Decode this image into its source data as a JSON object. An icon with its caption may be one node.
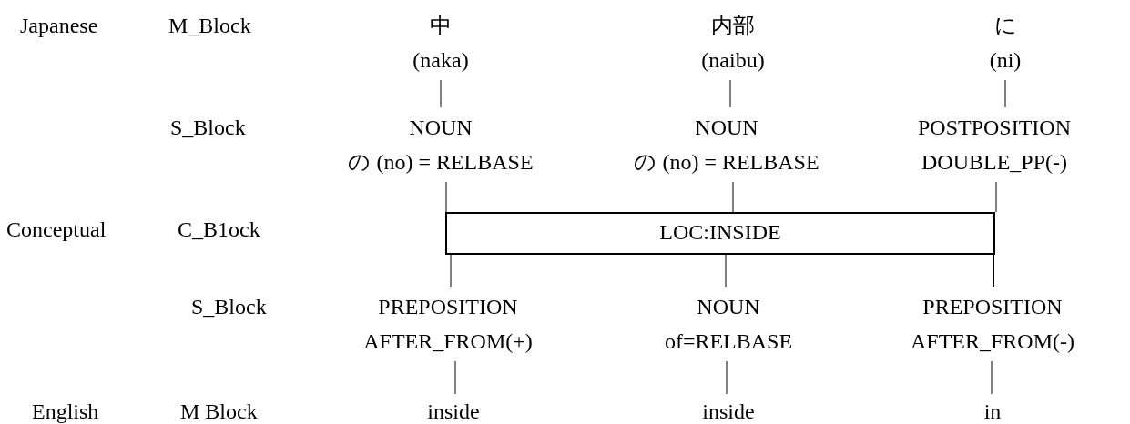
{
  "diagram": {
    "nodes": [
      {
        "text": [
          "中",
          "(naka)"
        ]
      },
      {
        "text": [
          "内部",
          "(naibu)"
        ]
      },
      {
        "text": [
          "に",
          "(ni)"
        ]
      },
      {
        "text": [
          "NOUN",
          "の (no) = RELBASE"
        ]
      },
      {
        "text": [
          "NOUN",
          "の (no) = RELBASE"
        ]
      },
      {
        "text": [
          "POSTPOSITION",
          "DOUBLE_PP(-)"
        ]
      },
      {
        "text": [
          "LOC:INSIDE"
        ]
      },
      {
        "text": [
          "PREPOSITION",
          "AFTER_FROM(+)"
        ]
      },
      {
        "text": [
          "NOUN",
          "of=RELBASE"
        ]
      },
      {
        "text": [
          "PREPOSITION",
          "AFTER_FROM(-)"
        ]
      },
      {
        "text": [
          "inside"
        ]
      },
      {
        "text": [
          "inside"
        ]
      },
      {
        "text": [
          "in"
        ]
      }
    ],
    "edges": [
      {
        "from": 0,
        "to": 3,
        "arrow": "none"
      },
      {
        "from": 1,
        "to": 4,
        "arrow": "none"
      },
      {
        "from": 2,
        "to": 5,
        "arrow": "none"
      },
      {
        "from": 3,
        "to": 6,
        "arrow": "none"
      },
      {
        "from": 4,
        "to": 6,
        "arrow": "none"
      },
      {
        "from": 5,
        "to": 6,
        "arrow": "none"
      },
      {
        "from": 6,
        "to": 7,
        "arrow": "none"
      },
      {
        "from": 6,
        "to": 8,
        "arrow": "none"
      },
      {
        "from": 6,
        "to": 9,
        "arrow": "none"
      },
      {
        "from": 7,
        "to": 10,
        "arrow": "none"
      },
      {
        "from": 8,
        "to": 11,
        "arrow": "none"
      },
      {
        "from": 9,
        "to": 12,
        "arrow": "none"
      }
    ],
    "labels": [
      "Japanese",
      "M_Block",
      "S_Block",
      "Conceptual",
      "C_B1ock",
      "S_Block",
      "English",
      "M Block"
    ]
  }
}
